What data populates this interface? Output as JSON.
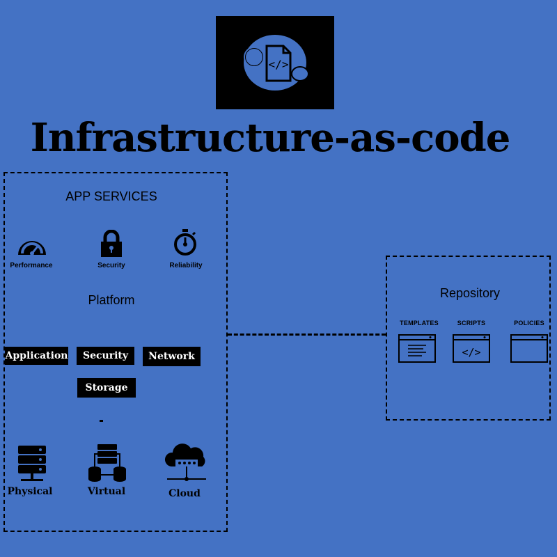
{
  "title": "Infrastructure-as-code",
  "logo": {
    "icon": "cloud-code-file-icon"
  },
  "app_services": {
    "heading": "APP SERVICES",
    "items": [
      {
        "label": "Performance",
        "icon": "speedometer-icon"
      },
      {
        "label": "Security",
        "icon": "lock-icon"
      },
      {
        "label": "Reliability",
        "icon": "stopwatch-icon"
      }
    ]
  },
  "platform": {
    "heading": "Platform",
    "chips": [
      "Application",
      "Security",
      "Network",
      "Storage"
    ]
  },
  "infrastructure": {
    "items": [
      {
        "label": "Physical",
        "icon": "server-rack-icon"
      },
      {
        "label": "Virtual",
        "icon": "virtual-servers-icon"
      },
      {
        "label": "Cloud",
        "icon": "cloud-server-icon"
      }
    ]
  },
  "repository": {
    "heading": "Repository",
    "items": [
      {
        "label": "TEMPLATES",
        "icon": "template-window-icon"
      },
      {
        "label": "SCRIPTS",
        "icon": "code-window-icon"
      },
      {
        "label": "POLICIES",
        "icon": "blank-window-icon"
      }
    ]
  },
  "colors": {
    "background": "#4472c4",
    "ink": "#000000",
    "chip_text": "#ffffff"
  }
}
